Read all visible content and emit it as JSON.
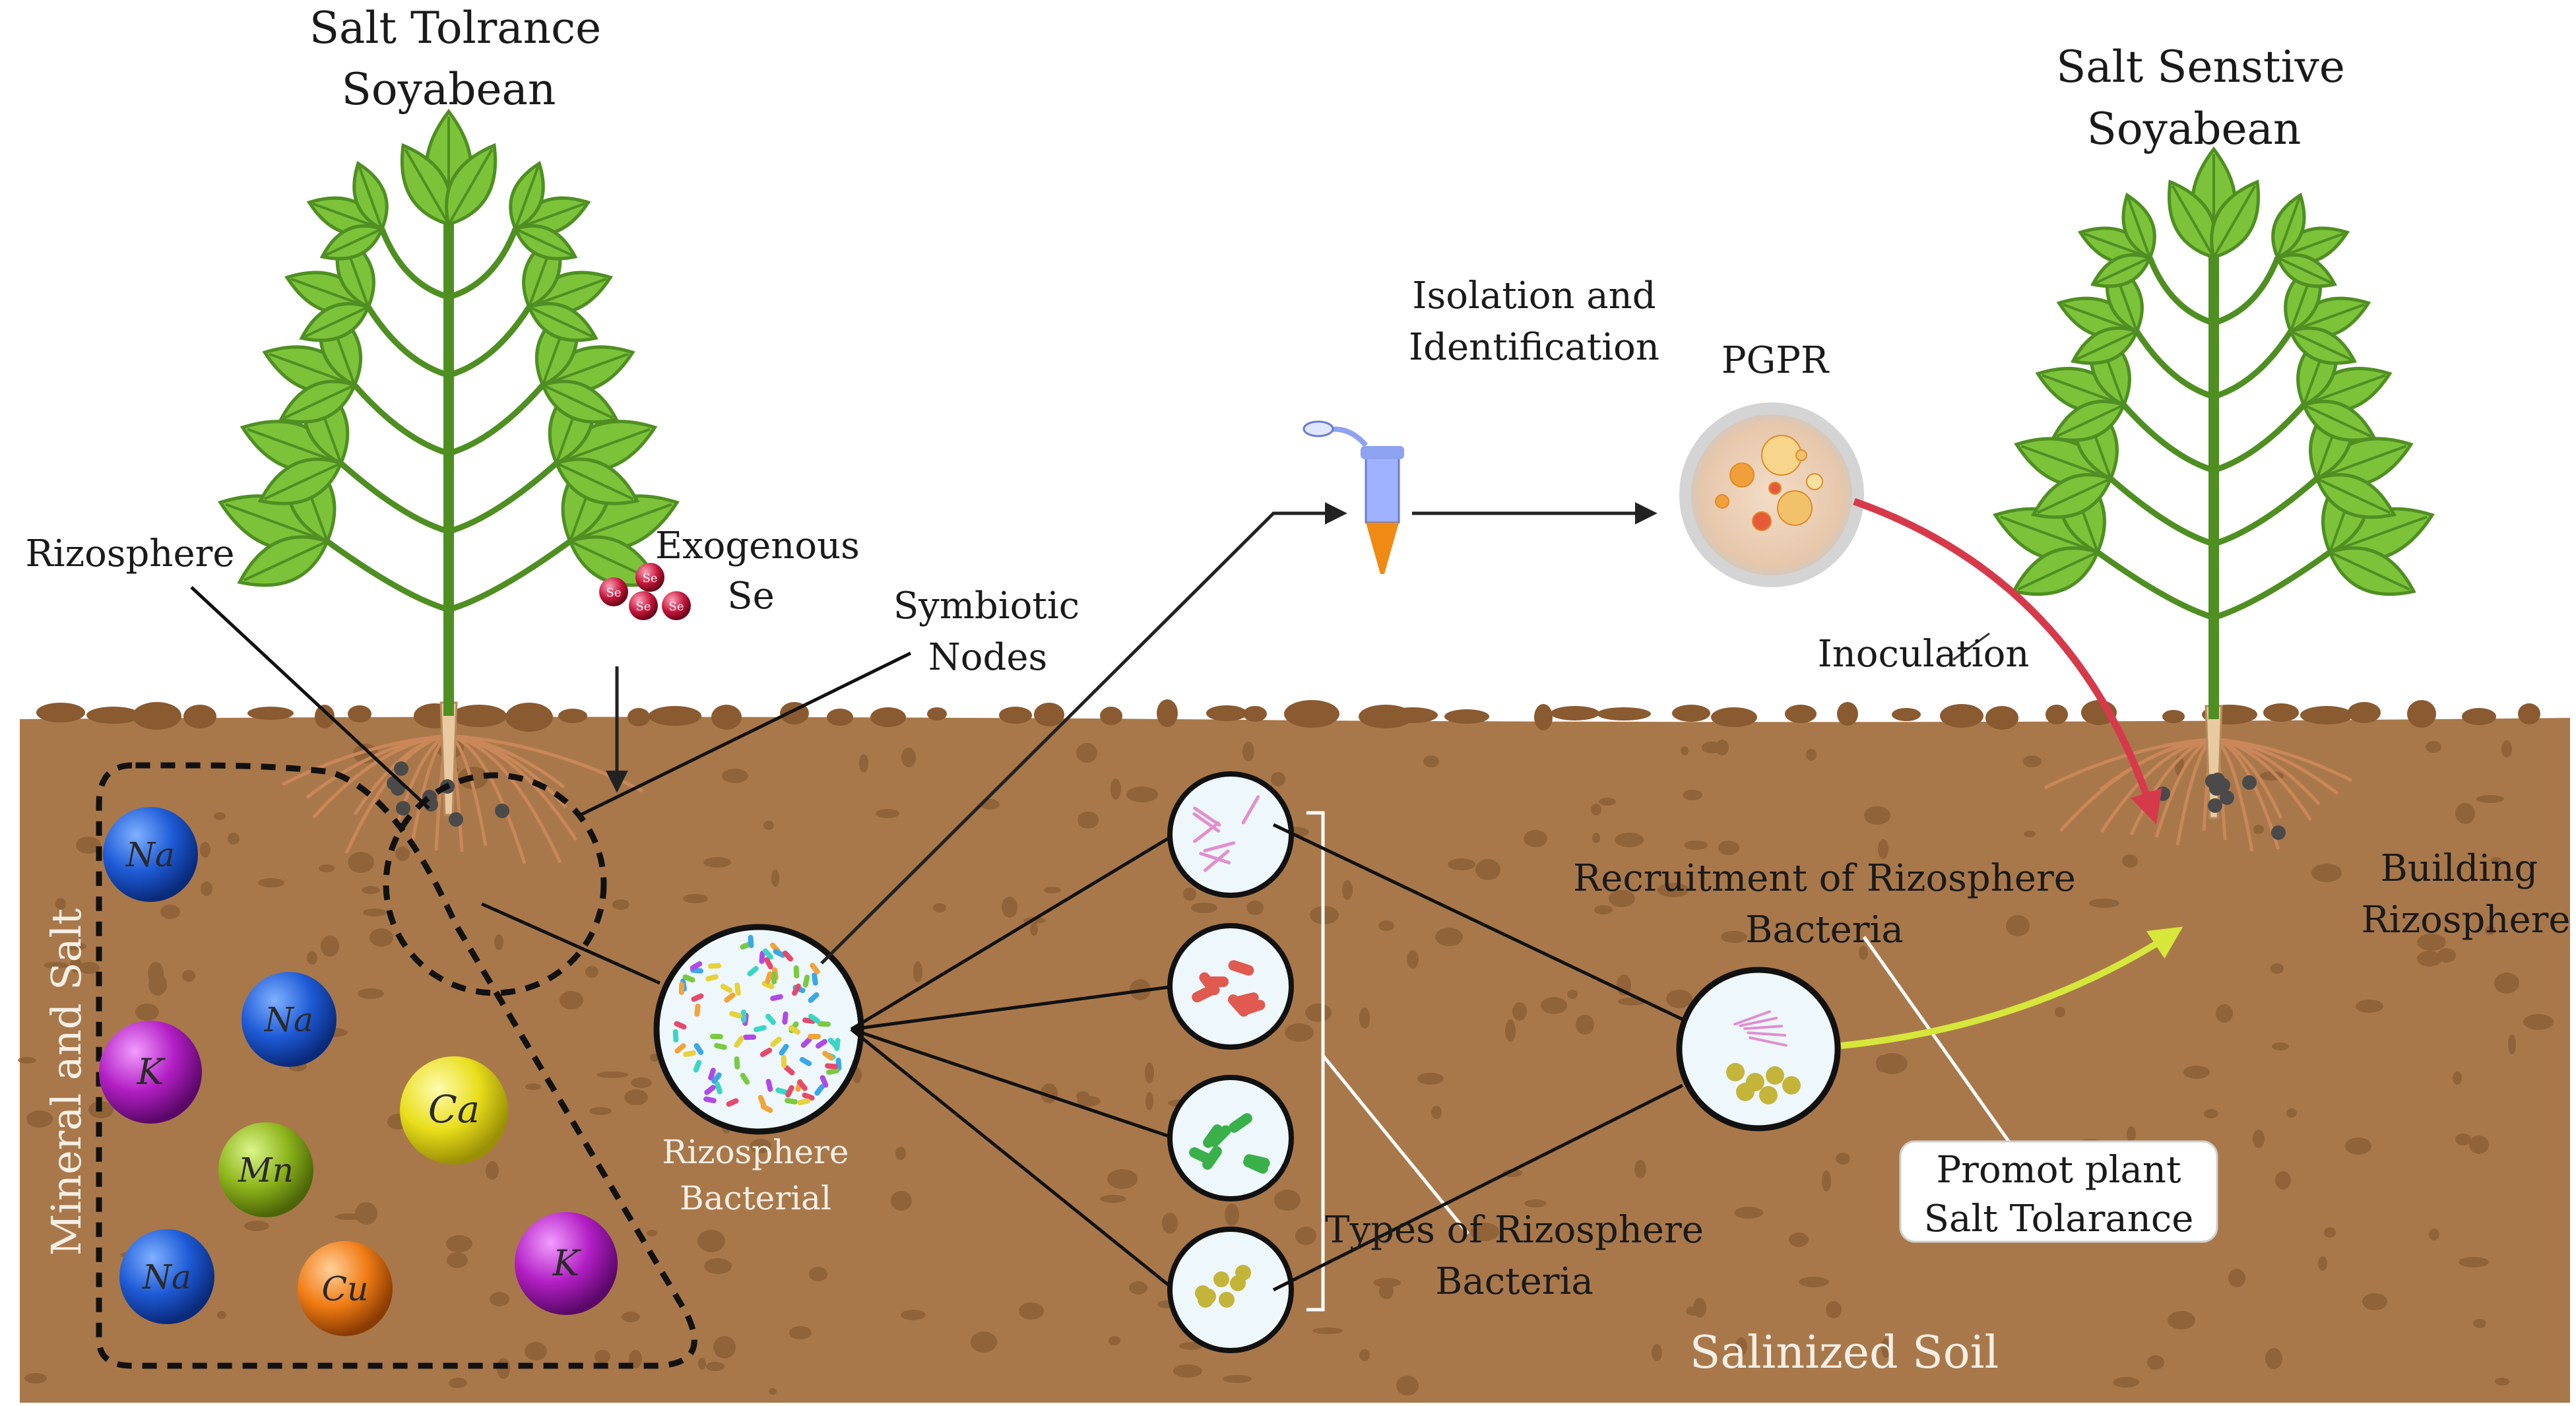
{
  "title_left": [
    "Salt Tolrance",
    "Soyabean"
  ],
  "title_right": [
    "Salt Senstive",
    "Soyabean"
  ],
  "labels": {
    "rizosphere": "Rizosphere",
    "exogenous": [
      "Exogenous",
      "Se"
    ],
    "symbiotic": [
      "Symbiotic",
      "Nodes"
    ],
    "isolation": [
      "Isolation and",
      "Identification"
    ],
    "pgpr": "PGPR",
    "inoculation": "Inoculation",
    "mineral_salt": "Mineral and Salt",
    "rizosphere_bacterial": [
      "Rizosphere",
      "Bacterial"
    ],
    "types": [
      "Types of Rizosphere",
      "Bacteria"
    ],
    "recruitment": [
      "Recruitment of Rizosphere",
      "Bacteria"
    ],
    "building": [
      "Building",
      "Rizosphere"
    ],
    "promot": [
      "Promot plant",
      "Salt Tolarance"
    ],
    "salinized": "Salinized Soil"
  },
  "se_symbol": "Se",
  "ions": [
    {
      "symbol": "Na",
      "color": "#1e5bd6"
    },
    {
      "symbol": "Na",
      "color": "#1e5bd6"
    },
    {
      "symbol": "K",
      "color": "#b21fc4"
    },
    {
      "symbol": "Ca",
      "color": "#e8de1a"
    },
    {
      "symbol": "Mn",
      "color": "#8db51c"
    },
    {
      "symbol": "Na",
      "color": "#1e5bd6"
    },
    {
      "symbol": "Cu",
      "color": "#f07c15"
    },
    {
      "symbol": "K",
      "color": "#b21fc4"
    }
  ],
  "colors": {
    "soil": "#a9784a",
    "soil_dark": "#8a5c33",
    "leaf": "#7cc33a",
    "leaf_dark": "#4f8f22",
    "inoculation_arrow": "#d63a4a",
    "recruit_arrow": "#d6e63a"
  }
}
